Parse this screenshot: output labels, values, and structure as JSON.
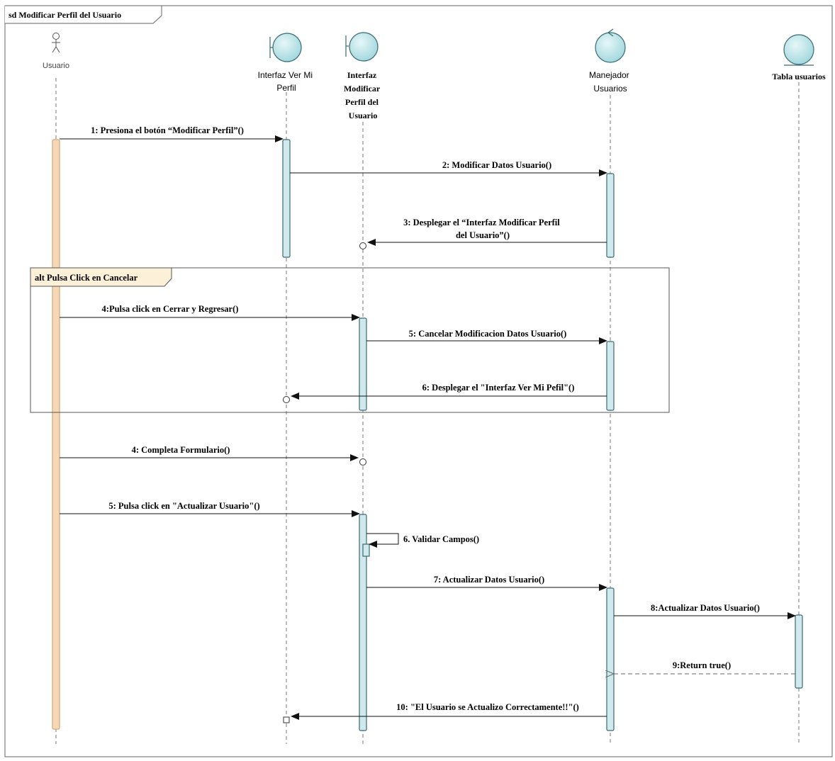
{
  "frame": {
    "title": "sd Modificar Perfil del Usuario"
  },
  "participants": [
    {
      "id": "usuario",
      "label_lines": [
        "Usuario"
      ],
      "kind": "actor"
    },
    {
      "id": "ivmp",
      "label_lines": [
        "Interfaz Ver Mi",
        "Perfil"
      ],
      "kind": "boundary"
    },
    {
      "id": "imp",
      "label_lines": [
        "Interfaz",
        "Modificar",
        "Perfil del",
        "Usuario"
      ],
      "kind": "boundary"
    },
    {
      "id": "mu",
      "label_lines": [
        "Manejador",
        "Usuarios"
      ],
      "kind": "control"
    },
    {
      "id": "tu",
      "label_lines": [
        "Tabla usuarios"
      ],
      "kind": "entity"
    }
  ],
  "fragment": {
    "label": "alt Pulsa Click en Cancelar"
  },
  "messages": [
    {
      "text": "1: Presiona el botón  “Modificar Perfil”()"
    },
    {
      "text": "2: Modificar Datos Usuario()"
    },
    {
      "text_lines": [
        "3: Desplegar el “Interfaz Modificar Perfil",
        "del Usuario”()"
      ]
    },
    {
      "text": "4:Pulsa click en Cerrar y Regresar()"
    },
    {
      "text": "5: Cancelar Modificacion Datos Usuario()"
    },
    {
      "text": "6: Desplegar el \"Interfaz Ver Mi Pefil\"()"
    },
    {
      "text": "4: Completa Formulario()"
    },
    {
      "text": "5: Pulsa click en \"Actualizar Usuario\"()"
    },
    {
      "text": "6. Validar Campos()"
    },
    {
      "text": "7: Actualizar Datos Usuario()"
    },
    {
      "text": "8:Actualizar Datos Usuario()"
    },
    {
      "text": "9:Return true()"
    },
    {
      "text": "10: \"El Usuario se Actualizo Correctamente!!\"()"
    }
  ],
  "colors": {
    "lifeline_fill": "#cfe9ec",
    "lifeline_stroke": "#3a6a72",
    "actor_bar_fill": "#f6d8b6",
    "actor_bar_stroke": "#d2a77a",
    "fragment_tag_fill": "#fdf0d8"
  }
}
